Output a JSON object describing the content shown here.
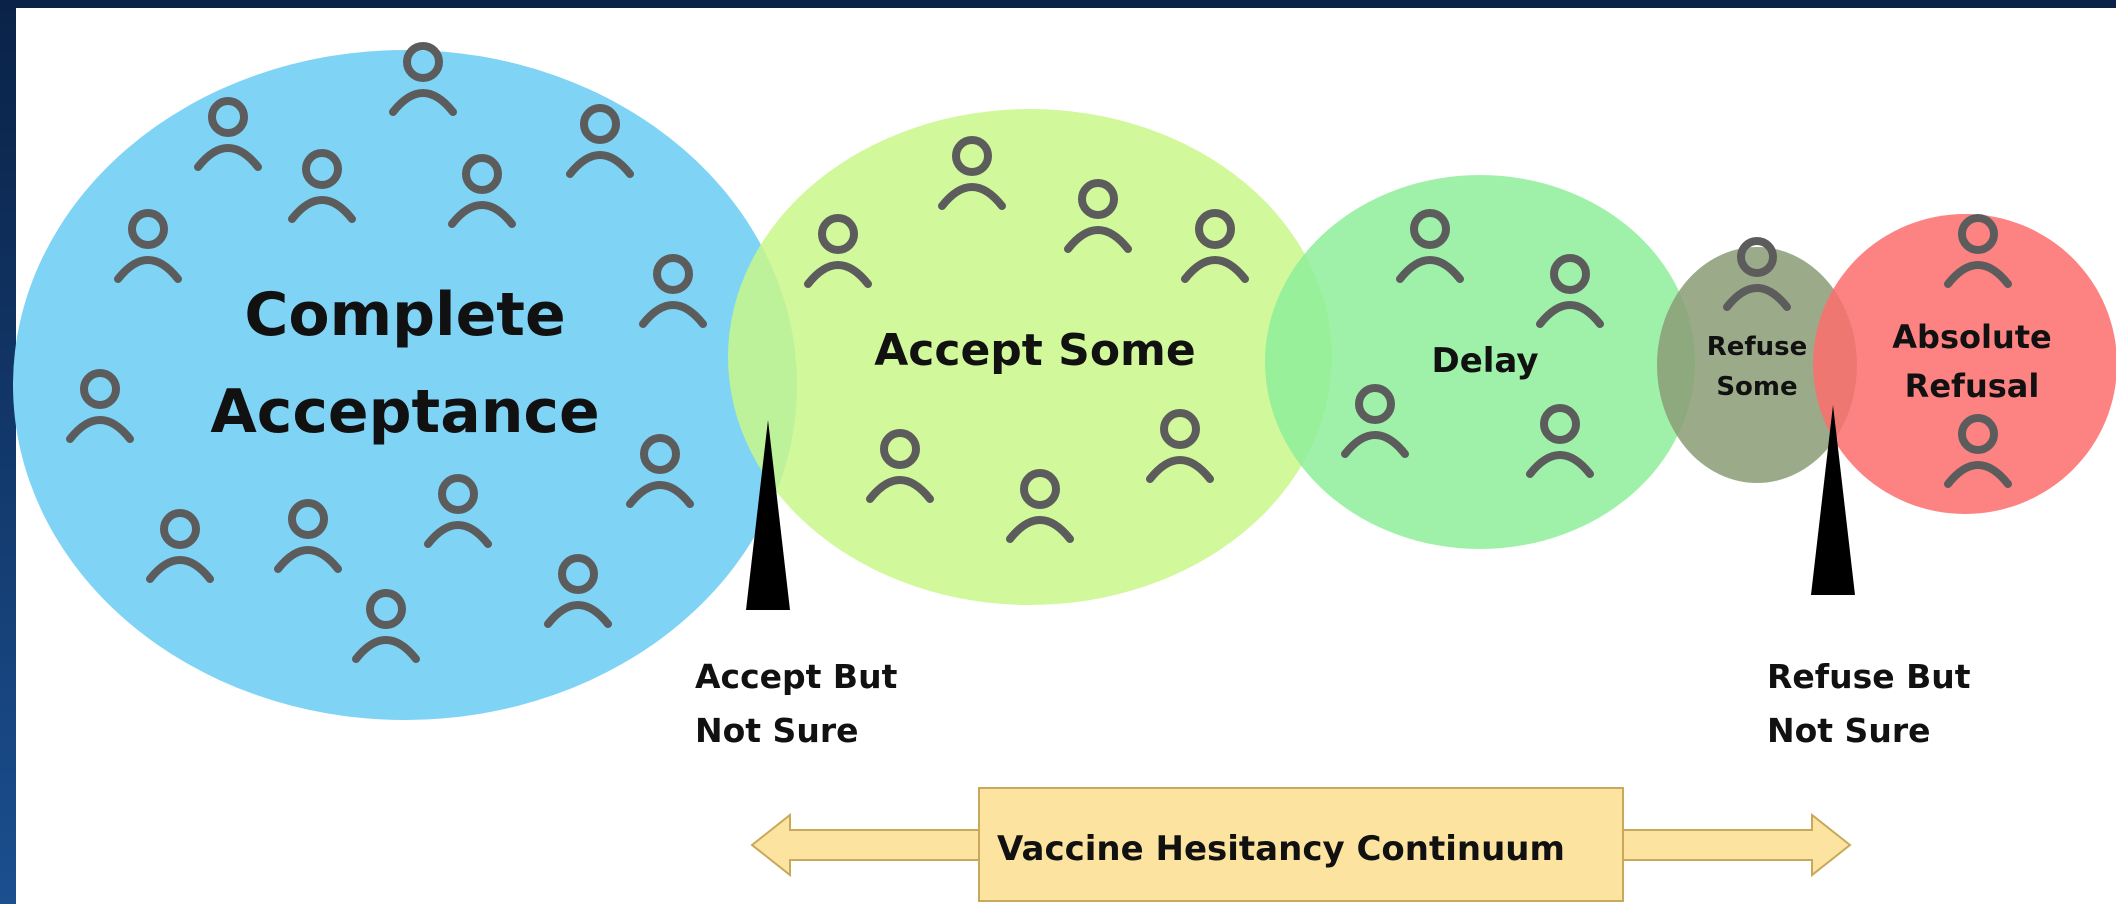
{
  "groups": {
    "complete_acceptance": {
      "line1": "Complete",
      "line2": "Acceptance",
      "color": "#7fd3f5"
    },
    "accept_some": {
      "label": "Accept Some",
      "color": "#c9f78a"
    },
    "delay": {
      "label": "Delay",
      "color": "#93ee9e"
    },
    "refuse_some": {
      "line1": "Refuse",
      "line2": "Some",
      "color": "#98a883"
    },
    "absolute_refusal": {
      "line1": "Absolute",
      "line2": "Refusal",
      "color": "#fd7c7c"
    }
  },
  "markers": {
    "accept_not_sure": {
      "line1": "Accept But",
      "line2": "Not Sure"
    },
    "refuse_not_sure": {
      "line1": "Refuse But",
      "line2": "Not Sure"
    }
  },
  "continuum": {
    "label": "Vaccine Hesitancy Continuum",
    "fill": "#fce4a0",
    "stroke": "#c8a85a"
  },
  "icon": {
    "name": "person-icon",
    "color": "#5c5c5c"
  },
  "background": {
    "inner": "#ffffff",
    "frame": "#0b2a55"
  }
}
